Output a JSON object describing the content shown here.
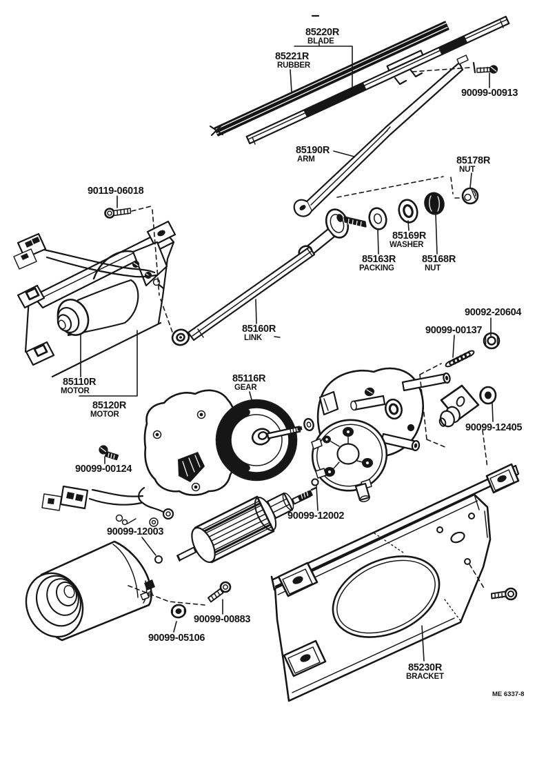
{
  "page": {
    "paper_color": "#ffffff",
    "ink_color": "#161616"
  },
  "footer": {
    "diagram_code": "ME 6337-8"
  },
  "parts": {
    "blade": {
      "number": "85220R",
      "name": "BLADE"
    },
    "rubber": {
      "number": "85221R",
      "name": "RUBBER"
    },
    "screw_blade": {
      "number": "90099-00913"
    },
    "arm": {
      "number": "85190R",
      "name": "ARM"
    },
    "nut_arm": {
      "number": "85178R",
      "name": "NUT"
    },
    "washer_pivot": {
      "number": "85169R",
      "name": "WASHER"
    },
    "packing_pivot": {
      "number": "85163R",
      "name": "PACKING"
    },
    "nut_pivot": {
      "number": "85168R",
      "name": "NUT"
    },
    "bolt_motor_mount": {
      "number": "90119-06018"
    },
    "link": {
      "number": "85160R",
      "name": "LINK"
    },
    "nut_crank": {
      "number": "90092-20604"
    },
    "screw_spring": {
      "number": "90099-00137"
    },
    "motor_upper": {
      "number": "85110R",
      "name": "MOTOR"
    },
    "motor_lower": {
      "number": "85120R",
      "name": "MOTOR"
    },
    "gear": {
      "number": "85116R",
      "name": "GEAR"
    },
    "grommet_bracket": {
      "number": "90099-12405"
    },
    "screw_cover": {
      "number": "90099-00124"
    },
    "ring_arm_front": {
      "number": "90099-12002"
    },
    "ring_arm_rear": {
      "number": "90099-12003"
    },
    "screw_yoke": {
      "number": "90099-00883"
    },
    "nut_yoke": {
      "number": "90099-05106"
    },
    "bracket": {
      "number": "85230R",
      "name": "BRACKET"
    }
  }
}
